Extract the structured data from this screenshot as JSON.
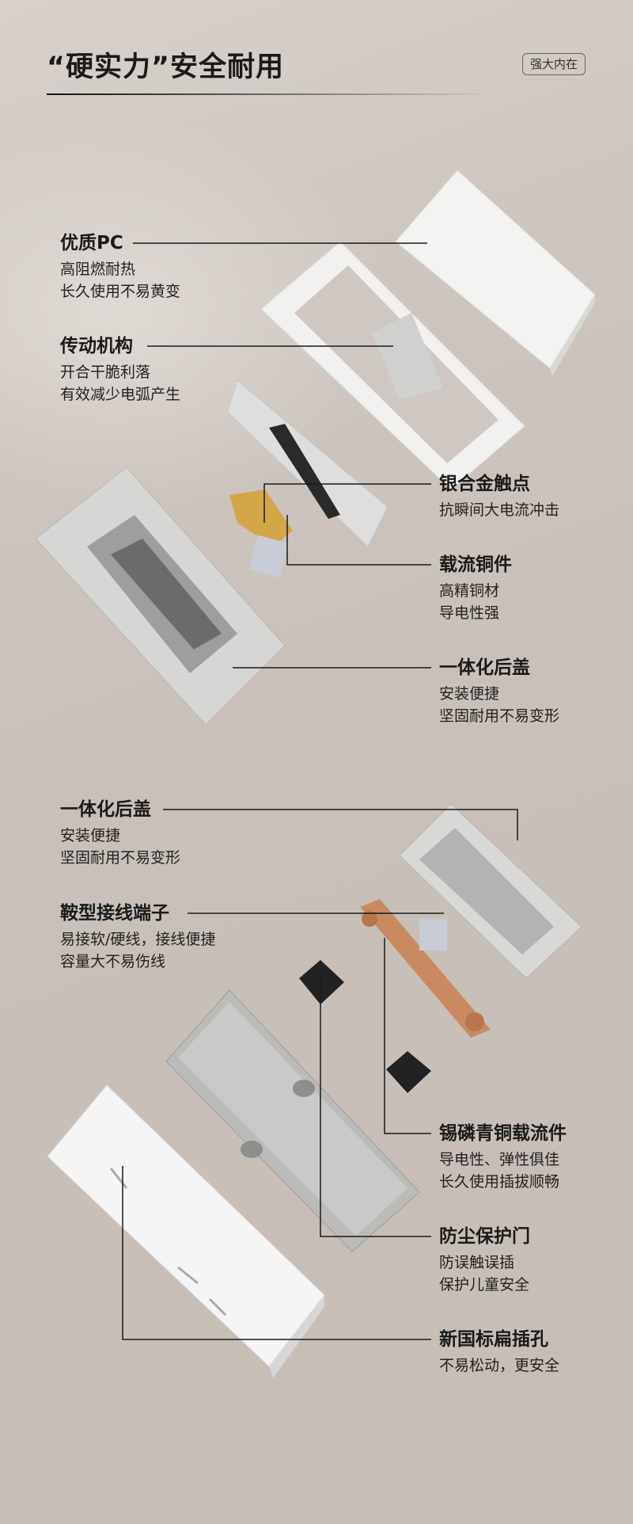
{
  "header": {
    "title": "“硬实力”安全耐用",
    "badge": "强大内在"
  },
  "switch_section": {
    "labels": [
      {
        "title": "优质PC",
        "lines": [
          "高阻燃耐热",
          "长久使用不易黄变"
        ]
      },
      {
        "title": "传动机构",
        "lines": [
          "开合干脆利落",
          "有效减少电弧产生"
        ]
      },
      {
        "title": "银合金触点",
        "lines": [
          "抗瞬间大电流冲击"
        ]
      },
      {
        "title": "载流铜件",
        "lines": [
          "高精铜材",
          "导电性强"
        ]
      },
      {
        "title": "一体化后盖",
        "lines": [
          "安装便捷",
          "坚固耐用不易变形"
        ]
      }
    ]
  },
  "socket_section": {
    "labels": [
      {
        "title": "一体化后盖",
        "lines": [
          "安装便捷",
          "坚固耐用不易变形"
        ]
      },
      {
        "title": "鞍型接线端子",
        "lines": [
          "易接软/硬线，接线便捷",
          "容量大不易伤线"
        ]
      },
      {
        "title": "锡磷青铜载流件",
        "lines": [
          "导电性、弹性俱佳",
          "长久使用插拔顺畅"
        ]
      },
      {
        "title": "防尘保护门",
        "lines": [
          "防误触误插",
          "保护儿童安全"
        ]
      },
      {
        "title": "新国标扁插孔",
        "lines": [
          "不易松动，更安全"
        ]
      }
    ]
  },
  "colors": {
    "background": "#c9c0b9",
    "line": "#1a1a1a",
    "copper": "#c98a62",
    "gold": "#d4a64a",
    "white_part": "#f4f4f4",
    "grey_part": "#bdbdbb"
  }
}
